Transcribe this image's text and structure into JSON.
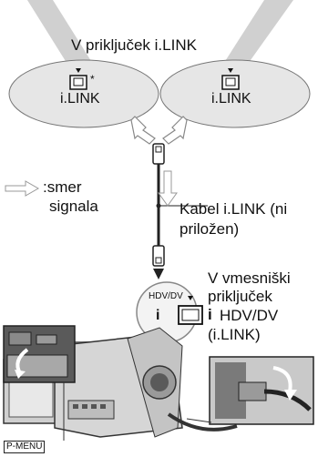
{
  "top_label": "V priključek i.LINK",
  "left_device": {
    "port_label": "i.LINK",
    "asterisk": "*"
  },
  "right_device": {
    "port_label": "i.LINK"
  },
  "signal_legend": {
    "line1": ":smer",
    "line2": "signala"
  },
  "cable_label": {
    "line1": "Kabel i.LINK (ni",
    "line2": "priložen)"
  },
  "camera_port_label": {
    "line1": "V vmesniški",
    "line2": "priključek",
    "line3": "HDV/DV",
    "line4": "(i.LINK)"
  },
  "port_badge": {
    "text": "HDV/DV"
  },
  "p_menu_label": "P-MENU"
}
